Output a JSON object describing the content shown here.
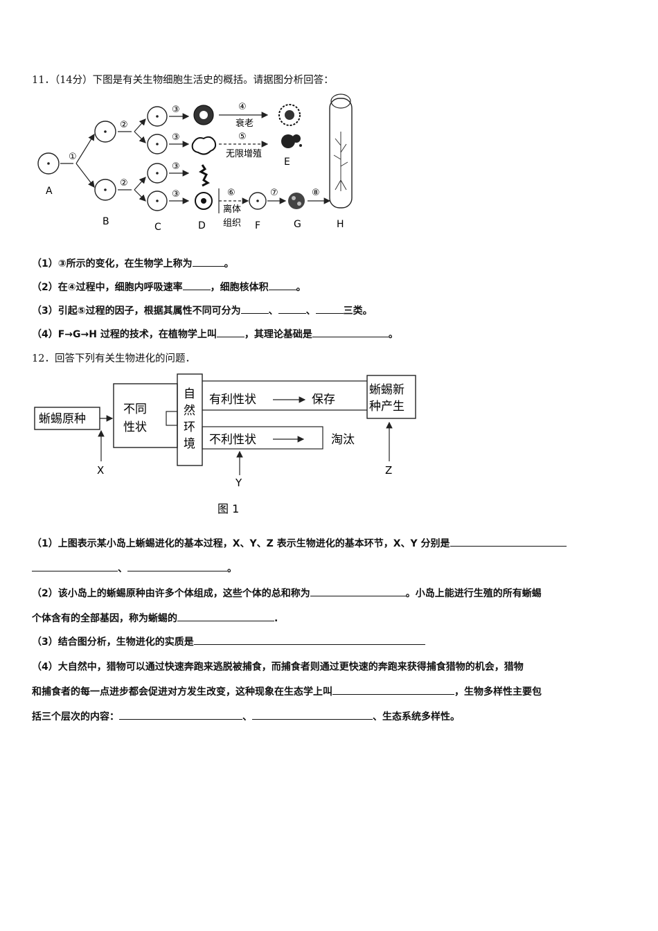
{
  "q11": {
    "header": "11．（14分）下图是有关生物细胞生活史的概括。请据图分析回答：",
    "diagram": {
      "labels": [
        "A",
        "B",
        "C",
        "D",
        "E",
        "F",
        "G",
        "H"
      ],
      "steps": [
        "①",
        "②",
        "②",
        "③",
        "③",
        "③",
        "③",
        "④",
        "⑤",
        "⑥",
        "⑦",
        "⑧"
      ],
      "step4_text": "衰老",
      "step5_text": "无限增殖",
      "step6_text_1": "离体",
      "step6_text_2": "组织"
    },
    "p1": {
      "pre": "（1）③所示的变化，在生物学上称为",
      "post": "。"
    },
    "p2": {
      "pre": "（2）在④过程中，细胞内呼吸速率",
      "mid": "，细胞核体积",
      "post": "。"
    },
    "p3": {
      "pre": "（3）引起⑤过程的因子，根据其属性不同可分为",
      "sep1": "、",
      "sep2": "、",
      "post": "三类。"
    },
    "p4": {
      "pre": "（4）F→G→H 过程的技术，在植物学上叫",
      "mid": "，其理论基础是",
      "post": "。"
    }
  },
  "q12": {
    "header": "12．回答下列有关生物进化的问题．",
    "diagram": {
      "box_origin": "蜥蜴原种",
      "box_traits_1": "不同",
      "box_traits_2": "性状",
      "env_chars": [
        "自",
        "然",
        "环",
        "境"
      ],
      "favorable": "有利性状",
      "keep": "保存",
      "unfavorable": "不利性状",
      "eliminate": "淘汰",
      "new_species_1": "蜥蜴新",
      "new_species_2": "种产生",
      "x": "X",
      "y": "Y",
      "z": "Z",
      "caption": "图 1"
    },
    "p1": {
      "pre": "（1）上图表示某小岛上蜥蜴进化的基本过程，X、Y、Z 表示生物进化的基本环节，X、Y 分别是",
      "sep": "、",
      "post": "。"
    },
    "p2": {
      "pre": "（2）该小岛上的蜥蜴原种由许多个体组成，这些个体的总和称为",
      "mid": "。小岛上能进行生殖的所有蜥蜴",
      "line2_pre": "个体含有的全部基因，称为蜥蜴的",
      "post": "."
    },
    "p3": {
      "pre": "（3）结合图分析，生物进化的实质是"
    },
    "p4": {
      "pre": "（4）大自然中，猎物可以通过快速奔跑来逃脱被捕食，而捕食者则通过更快速的奔跑来获得捕食猎物的机会，猎物",
      "line2_pre": "和捕食者的每一点进步都会促进对方发生改变，这种现象在生态学上叫",
      "line2_post": "，生物多样性主要包",
      "line3_pre": "括三个层次的内容：",
      "sep": "、",
      "post": "、生态系统多样性。"
    }
  }
}
